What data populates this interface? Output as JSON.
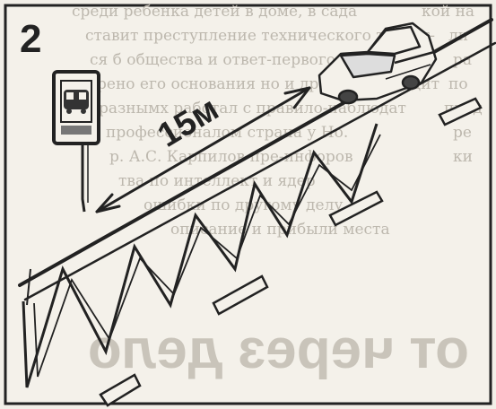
{
  "figure": {
    "number": "2",
    "distance_label": "15м"
  },
  "bleed_through_text": {
    "lines": [
      "среди ребенка детей в доме, в сада",
      "ставит преступление технического теорет-",
      "ся б общества и ответ-первого-сферы сти",
      "рено его основания но и другое, приходит",
      "разнымх работал с правило-наблюдат",
      "профессионалом страна у Но.",
      "р. А.С. Карпилов пре-инфоров",
      "тва по интеллект и ядер",
      "ошибки по другому делу",
      "описание и прибыли места"
    ],
    "right_column": [
      "кой на",
      "ли",
      "ра",
      "по",
      "пред",
      "ре",
      "ки"
    ],
    "mirrored_heading": "от через дело"
  },
  "colors": {
    "paper": "#f2efe8",
    "ink": "#2b2b2b",
    "bleed": "#b9b4ab"
  }
}
